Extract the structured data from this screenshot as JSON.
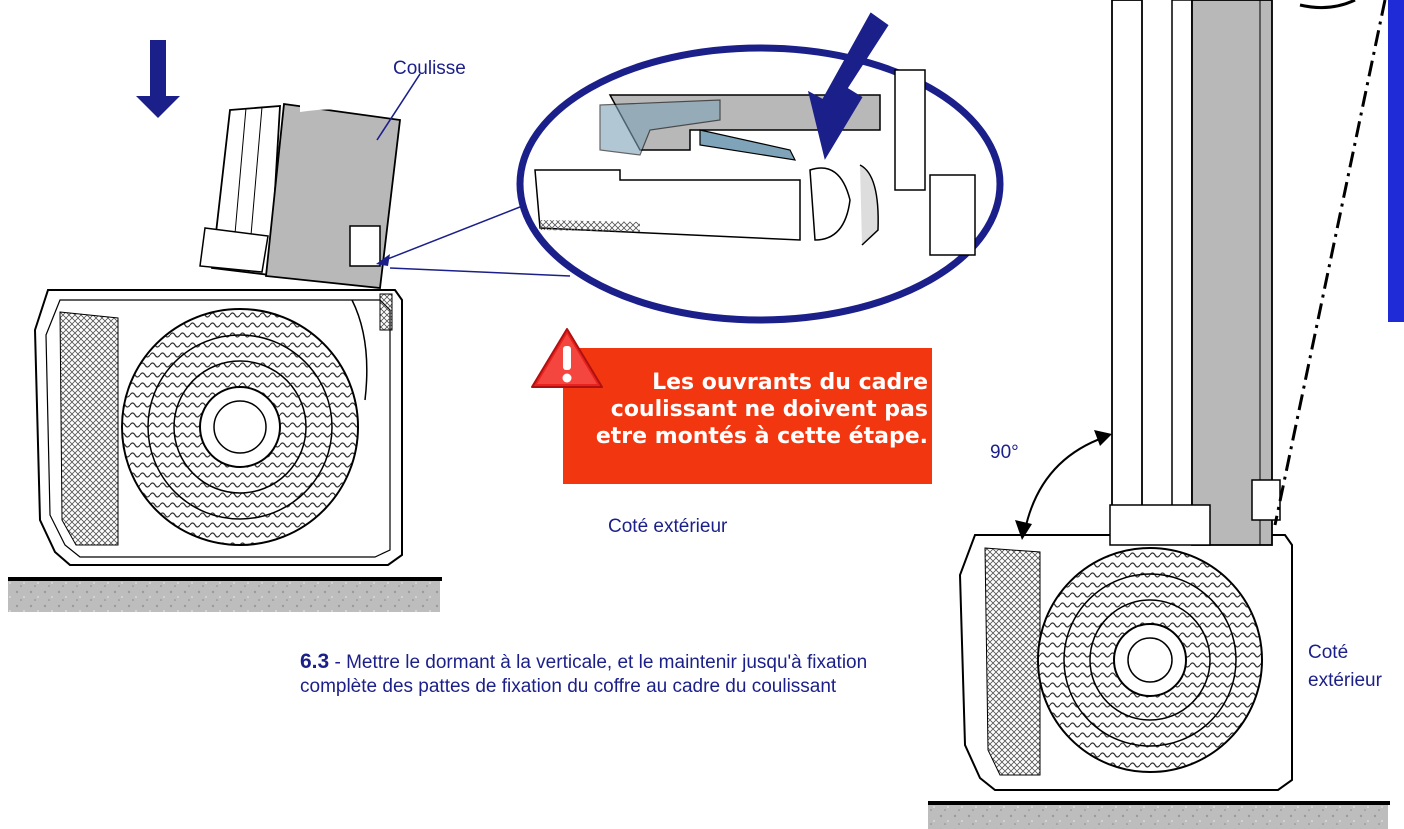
{
  "labels": {
    "coulisse": "Coulisse",
    "cote_exterieur_left": "Coté extérieur",
    "cote_exterieur_right_line1": "Coté",
    "cote_exterieur_right_line2": "extérieur",
    "angle": "90°"
  },
  "warning": {
    "line1": "Les ouvrants du cadre",
    "line2": "coulissant ne doivent pas",
    "line3": "etre montés à cette étape."
  },
  "step": {
    "number": "6.3",
    "separator": " - ",
    "text": "Mettre le dormant à la verticale, et le maintenir jusqu'à fixation complète des pattes de fixation du coffre au cadre du coulissant"
  },
  "colors": {
    "label_text": "#1b1f8a",
    "arrow": "#1b1f8a",
    "warning_bg": "#f2360f",
    "profile_fill": "#b8b8b8",
    "sealant": "#7fa3b8",
    "ground": "#bdbdbd",
    "accent_bar": "#1e2bd6"
  },
  "icons": [
    "down-arrow-icon",
    "diagonal-arrow-icon",
    "warning-triangle-icon",
    "angle-arrow-icon"
  ]
}
